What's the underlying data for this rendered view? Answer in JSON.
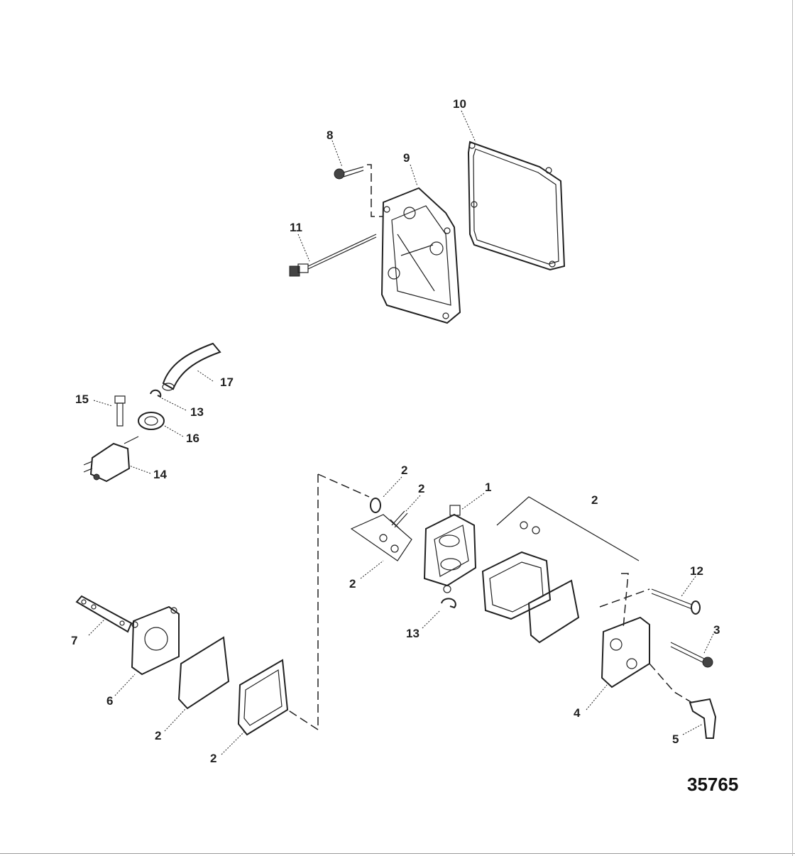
{
  "figure_number": "35765",
  "callouts": [
    {
      "id": "c1",
      "text": "1"
    },
    {
      "id": "c2a",
      "text": "2"
    },
    {
      "id": "c2b",
      "text": "2"
    },
    {
      "id": "c2c",
      "text": "2"
    },
    {
      "id": "c2d",
      "text": "2"
    },
    {
      "id": "c2e",
      "text": "2"
    },
    {
      "id": "c2f",
      "text": "2"
    },
    {
      "id": "c3",
      "text": "3"
    },
    {
      "id": "c4",
      "text": "4"
    },
    {
      "id": "c5",
      "text": "5"
    },
    {
      "id": "c6",
      "text": "6"
    },
    {
      "id": "c7",
      "text": "7"
    },
    {
      "id": "c8",
      "text": "8"
    },
    {
      "id": "c9",
      "text": "9"
    },
    {
      "id": "c10",
      "text": "10"
    },
    {
      "id": "c11",
      "text": "11"
    },
    {
      "id": "c12",
      "text": "12"
    },
    {
      "id": "c13a",
      "text": "13"
    },
    {
      "id": "c13b",
      "text": "13"
    },
    {
      "id": "c14",
      "text": "14"
    },
    {
      "id": "c15",
      "text": "15"
    },
    {
      "id": "c16",
      "text": "16"
    },
    {
      "id": "c17",
      "text": "17"
    }
  ]
}
